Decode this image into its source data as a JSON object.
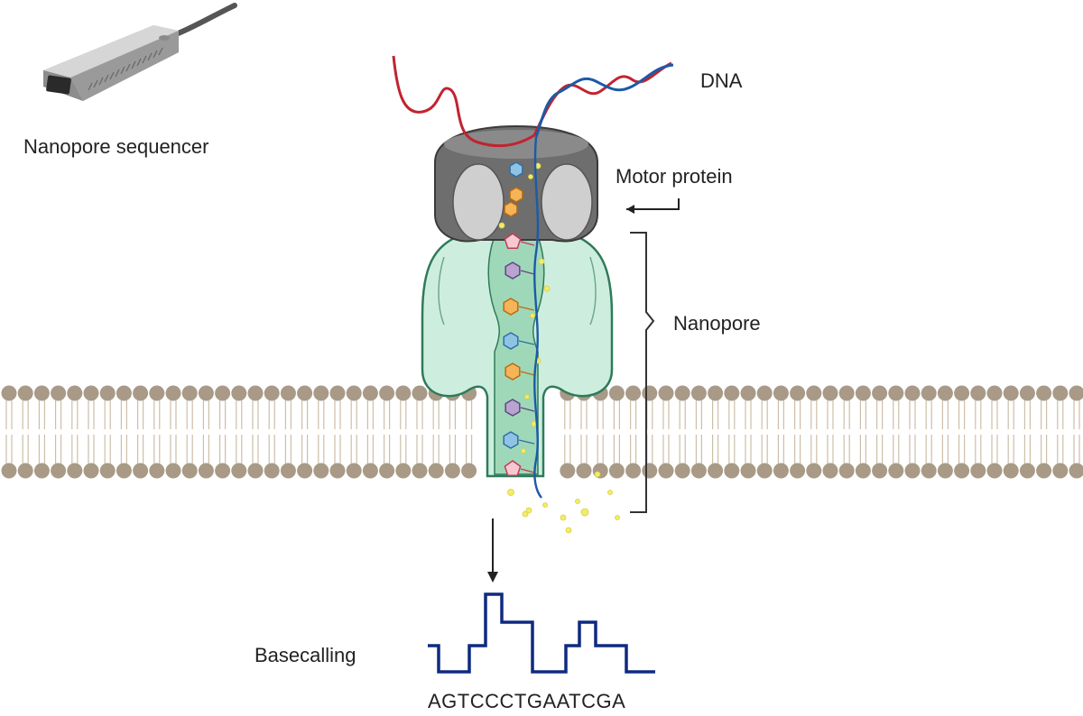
{
  "labels": {
    "sequencer": "Nanopore sequencer",
    "dna": "DNA",
    "motor_protein": "Motor protein",
    "nanopore": "Nanopore",
    "basecalling": "Basecalling",
    "sequence": "AGTCCCTGAATCGA"
  },
  "colors": {
    "membrane_head": "#a89a86",
    "membrane_tail": "#cdbfa8",
    "pore_fill": "#cdeede",
    "pore_channel": "#9fd8b8",
    "pore_stroke": "#2f7a5a",
    "motor_dark": "#6e6e6e",
    "motor_light": "#cfcfcf",
    "dna_red": "#c0242f",
    "dna_blue": "#1c5aa6",
    "signal": "#0f2a80",
    "arrow": "#222222",
    "ion": "#f3ec6a"
  },
  "icons": {
    "sequencer": "nanopore-sequencer-device-icon"
  },
  "bases": [
    "pink-pentagon",
    "purple-hexagon",
    "orange-hexagon",
    "blue-hexagon",
    "orange-hexagon",
    "purple-hexagon",
    "blue-hexagon",
    "pink-pentagon"
  ]
}
